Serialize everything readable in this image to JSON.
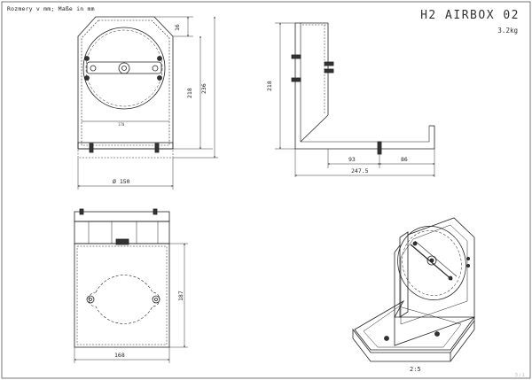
{
  "drawing": {
    "units_note": "Rozmery v mm; Maße in mm",
    "title": "H2 AIRBOX 02",
    "weight": "3.2kg",
    "scale": "2:5",
    "corner_mark": "3 / 1"
  },
  "dimensions": {
    "front_top": "16",
    "front_height_inner": "218",
    "front_height_total": "236",
    "front_width": "Ø 150",
    "front_small": "170",
    "side_height": "218",
    "side_a": "93",
    "side_b": "86",
    "side_total": "247.5",
    "plan_depth": "187",
    "plan_width": "168"
  }
}
